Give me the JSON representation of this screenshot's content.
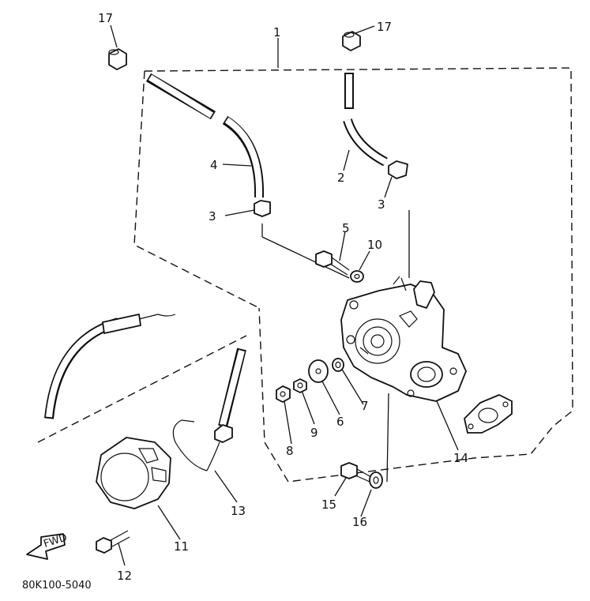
{
  "diagram": {
    "code": "80K100-5040",
    "fwd_label": "FWD",
    "callouts": {
      "c1": "1",
      "c2": "2",
      "c3a": "3",
      "c3b": "3",
      "c4": "4",
      "c5": "5",
      "c6": "6",
      "c7": "7",
      "c8": "8",
      "c9": "9",
      "c10": "10",
      "c11": "11",
      "c12": "12",
      "c13": "13",
      "c14": "14",
      "c15": "15",
      "c16": "16",
      "c17a": "17",
      "c17b": "17"
    }
  }
}
